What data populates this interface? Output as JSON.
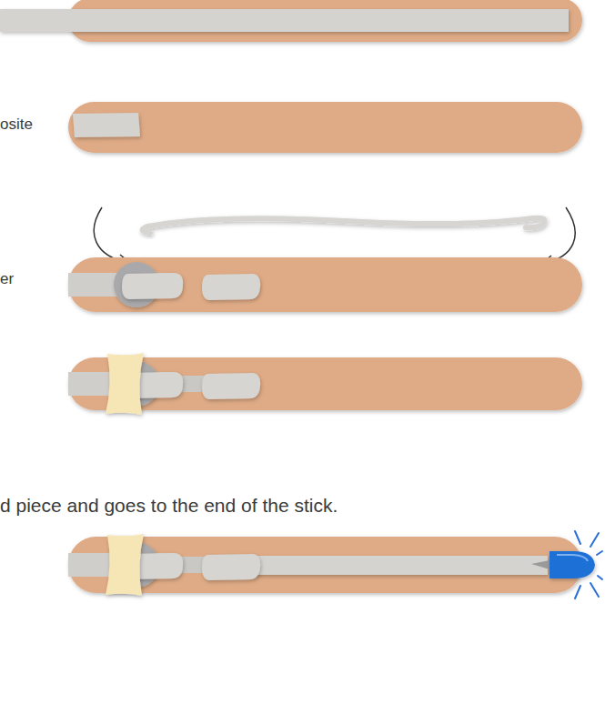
{
  "diagram": {
    "labels": [
      "osite",
      "er",
      "d piece and goes to the end of the stick."
    ]
  }
}
